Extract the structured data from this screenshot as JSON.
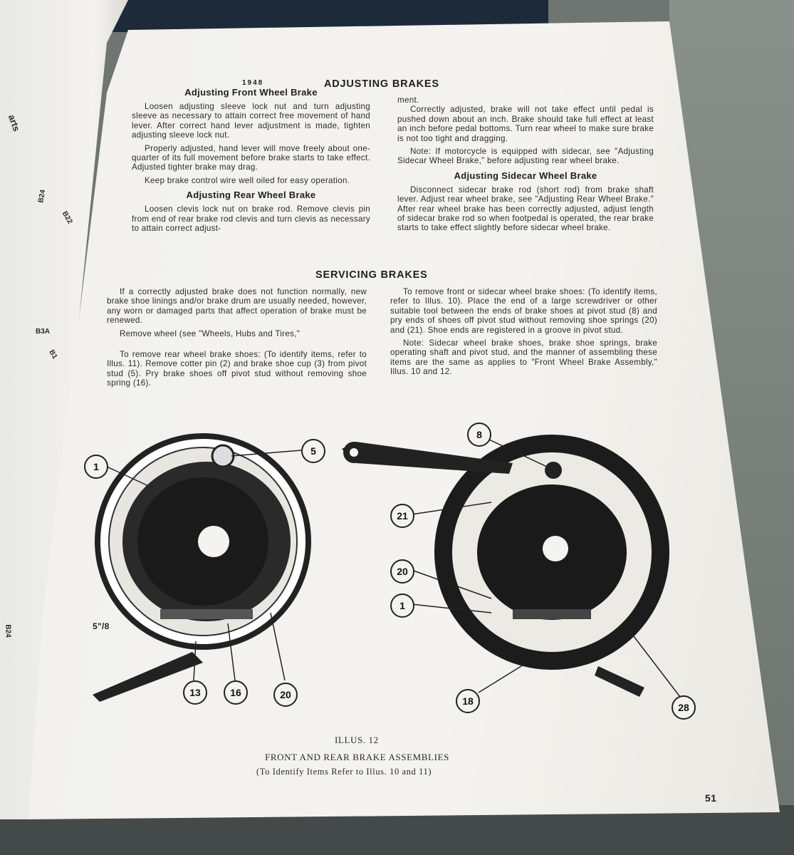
{
  "header": {
    "year": "1948",
    "title": "ADJUSTING BRAKES"
  },
  "front": {
    "heading": "Adjusting Front Wheel Brake",
    "paragraphs": [
      "Loosen adjusting sleeve lock nut and turn adjusting sleeve as necessary to attain correct free movement of hand lever. After correct hand lever adjustment is made, tighten adjusting sleeve lock nut.",
      "Properly adjusted, hand lever will move freely about one-quarter of its full movement before brake starts to take effect. Adjusted tighter brake may drag.",
      "Keep brake control wire well oiled for easy operation."
    ]
  },
  "rear": {
    "heading": "Adjusting Rear Wheel Brake",
    "paragraphs": [
      "Loosen clevis lock nut on brake rod. Remove clevis pin from end of rear brake rod clevis and turn clevis as necessary to attain correct adjust-",
      "ment.",
      "Correctly adjusted, brake will not take effect until pedal is pushed down about an inch. Brake should take full effect at least an inch before pedal bottoms. Turn rear wheel to make sure brake is not too tight and dragging.",
      "Note: If motorcycle is equipped with sidecar, see \"Adjusting Sidecar Wheel Brake,\" before adjusting rear wheel brake."
    ]
  },
  "sidecar": {
    "heading": "Adjusting Sidecar Wheel Brake",
    "paragraphs": [
      "Disconnect sidecar brake rod (short rod) from brake shaft lever. Adjust rear wheel brake, see \"Adjusting Rear Wheel Brake.\" After rear wheel brake has been correctly adjusted, adjust length of sidecar brake rod so when footpedal is operated, the rear brake starts to take effect slightly before sidecar wheel brake."
    ]
  },
  "servicing": {
    "heading": "SERVICING BRAKES",
    "left": [
      "If a correctly adjusted brake does not function normally, new brake shoe linings and/or brake drum are usually needed, however, any worn or damaged parts that affect operation of brake must be renewed.",
      "Remove wheel (see \"Wheels, Hubs and Tires,\"",
      "To remove rear wheel brake shoes: (To identify items, refer to Illus. 11). Remove cotter pin (2) and brake shoe cup (3) from pivot stud (5). Pry brake shoes off pivot stud without removing shoe spring (16)."
    ],
    "right": [
      "To remove front or sidecar wheel brake shoes: (To identify items, refer to Illus. 10). Place the end of a large screwdriver or other suitable tool between the ends of brake shoes at pivot stud (8) and pry ends of shoes off pivot stud without removing shoe springs (20) and (21). Shoe ends are registered in a groove in pivot stud.",
      "Note: Sidecar wheel brake shoes, brake shoe springs, brake operating shaft and pivot stud, and the manner of assembling these items are the same as applies to \"Front Wheel Brake Assembly,\" Illus. 10 and 12."
    ]
  },
  "illustration": {
    "left_callouts": [
      "1",
      "5",
      "13",
      "16",
      "20"
    ],
    "right_callouts": [
      "8",
      "21",
      "20",
      "1",
      "18",
      "28"
    ],
    "dimension": "5\"/8",
    "caption_number": "ILLUS. 12",
    "caption_title": "FRONT AND REAR BRAKE ASSEMBLIES",
    "caption_note": "(To Identify Items Refer to Illus. 10 and 11)"
  },
  "page_number": "51",
  "left_page": {
    "fragment": "arts",
    "labels": [
      "B24",
      "B22",
      "B3A",
      "B1",
      "B24"
    ]
  }
}
